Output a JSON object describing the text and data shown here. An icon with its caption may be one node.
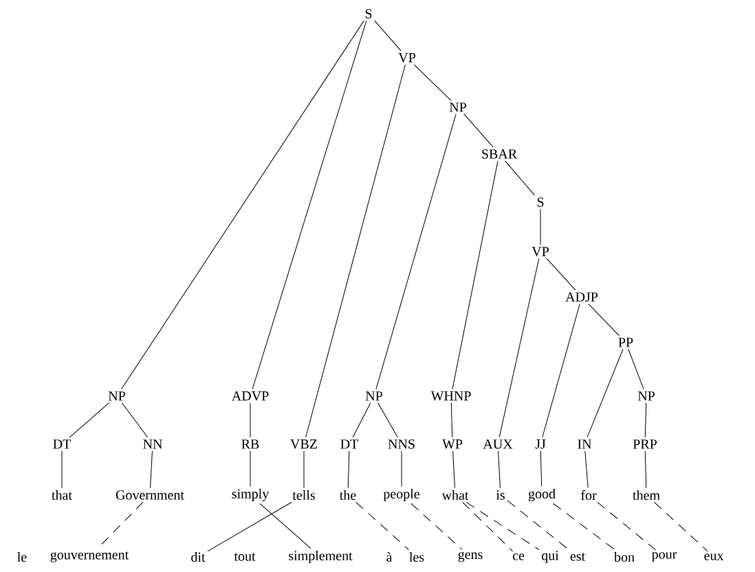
{
  "diagram": {
    "nodes": [
      {
        "text": [
          "S"
        ]
      },
      {
        "text": [
          "VP"
        ]
      },
      {
        "text": [
          "NP"
        ]
      },
      {
        "text": [
          "SBAR"
        ]
      },
      {
        "text": [
          "S"
        ]
      },
      {
        "text": [
          "VP"
        ]
      },
      {
        "text": [
          "ADJP"
        ]
      },
      {
        "text": [
          "PP"
        ]
      },
      {
        "text": [
          "NP"
        ]
      },
      {
        "text": [
          "ADVP"
        ]
      },
      {
        "text": [
          "NP"
        ]
      },
      {
        "text": [
          "WHNP"
        ]
      },
      {
        "text": [
          "NP"
        ]
      },
      {
        "text": [
          "DT"
        ]
      },
      {
        "text": [
          "NN"
        ]
      },
      {
        "text": [
          "RB"
        ]
      },
      {
        "text": [
          "VBZ"
        ]
      },
      {
        "text": [
          "DT"
        ]
      },
      {
        "text": [
          "NNS"
        ]
      },
      {
        "text": [
          "WP"
        ]
      },
      {
        "text": [
          "AUX"
        ]
      },
      {
        "text": [
          "JJ"
        ]
      },
      {
        "text": [
          "IN"
        ]
      },
      {
        "text": [
          "PRP"
        ]
      },
      {
        "text": [
          "that"
        ]
      },
      {
        "text": [
          "Government"
        ]
      },
      {
        "text": [
          "simply"
        ]
      },
      {
        "text": [
          "tells"
        ]
      },
      {
        "text": [
          "the"
        ]
      },
      {
        "text": [
          "people"
        ]
      },
      {
        "text": [
          "what"
        ]
      },
      {
        "text": [
          "is"
        ]
      },
      {
        "text": [
          "good"
        ]
      },
      {
        "text": [
          "for"
        ]
      },
      {
        "text": [
          "them"
        ]
      },
      {
        "text": [
          "le"
        ]
      },
      {
        "text": [
          "gouvernement"
        ]
      },
      {
        "text": [
          "dit"
        ]
      },
      {
        "text": [
          "tout"
        ]
      },
      {
        "text": [
          "simplement"
        ]
      },
      {
        "text": [
          "à"
        ]
      },
      {
        "text": [
          "les"
        ]
      },
      {
        "text": [
          "gens"
        ]
      },
      {
        "text": [
          "ce"
        ]
      },
      {
        "text": [
          "qui"
        ]
      },
      {
        "text": [
          "est"
        ]
      },
      {
        "text": [
          "bon"
        ]
      },
      {
        "text": [
          "pour"
        ]
      },
      {
        "text": [
          "eux"
        ]
      }
    ],
    "edges": [
      {
        "from": 0,
        "to": 8,
        "arrow": "none"
      },
      {
        "from": 0,
        "to": 9,
        "arrow": "none"
      },
      {
        "from": 0,
        "to": 1,
        "arrow": "none"
      },
      {
        "from": 1,
        "to": 16,
        "arrow": "none"
      },
      {
        "from": 1,
        "to": 2,
        "arrow": "none"
      },
      {
        "from": 2,
        "to": 10,
        "arrow": "none"
      },
      {
        "from": 2,
        "to": 3,
        "arrow": "none"
      },
      {
        "from": 3,
        "to": 11,
        "arrow": "none"
      },
      {
        "from": 3,
        "to": 4,
        "arrow": "none"
      },
      {
        "from": 4,
        "to": 5,
        "arrow": "none"
      },
      {
        "from": 5,
        "to": 20,
        "arrow": "none"
      },
      {
        "from": 5,
        "to": 6,
        "arrow": "none"
      },
      {
        "from": 6,
        "to": 21,
        "arrow": "none"
      },
      {
        "from": 6,
        "to": 7,
        "arrow": "none"
      },
      {
        "from": 7,
        "to": 22,
        "arrow": "none"
      },
      {
        "from": 7,
        "to": 12,
        "arrow": "none"
      },
      {
        "from": 8,
        "to": 13,
        "arrow": "none"
      },
      {
        "from": 8,
        "to": 14,
        "arrow": "none"
      },
      {
        "from": 9,
        "to": 15,
        "arrow": "none"
      },
      {
        "from": 10,
        "to": 17,
        "arrow": "none"
      },
      {
        "from": 10,
        "to": 18,
        "arrow": "none"
      },
      {
        "from": 11,
        "to": 19,
        "arrow": "none"
      },
      {
        "from": 12,
        "to": 23,
        "arrow": "none"
      },
      {
        "from": 13,
        "to": 24,
        "arrow": "none"
      },
      {
        "from": 14,
        "to": 25,
        "arrow": "none"
      },
      {
        "from": 15,
        "to": 26,
        "arrow": "none"
      },
      {
        "from": 16,
        "to": 27,
        "arrow": "none"
      },
      {
        "from": 17,
        "to": 28,
        "arrow": "none"
      },
      {
        "from": 18,
        "to": 29,
        "arrow": "none"
      },
      {
        "from": 19,
        "to": 30,
        "arrow": "none"
      },
      {
        "from": 20,
        "to": 31,
        "arrow": "none"
      },
      {
        "from": 21,
        "to": 32,
        "arrow": "none"
      },
      {
        "from": 22,
        "to": 33,
        "arrow": "none"
      },
      {
        "from": 23,
        "to": 34,
        "arrow": "none"
      },
      {
        "from": 25,
        "to": 36,
        "arrow": "none",
        "style": "dashed"
      },
      {
        "from": 26,
        "to": 39,
        "arrow": "none"
      },
      {
        "from": 27,
        "to": 37,
        "arrow": "none"
      },
      {
        "from": 28,
        "to": 41,
        "arrow": "none",
        "style": "dashed"
      },
      {
        "from": 29,
        "to": 42,
        "arrow": "none",
        "style": "dashed"
      },
      {
        "from": 30,
        "to": 43,
        "arrow": "none",
        "style": "dashed"
      },
      {
        "from": 30,
        "to": 44,
        "arrow": "none",
        "style": "dashed"
      },
      {
        "from": 31,
        "to": 45,
        "arrow": "none",
        "style": "dashed"
      },
      {
        "from": 32,
        "to": 46,
        "arrow": "none",
        "style": "dashed"
      },
      {
        "from": 33,
        "to": 47,
        "arrow": "none",
        "style": "dashed"
      },
      {
        "from": 34,
        "to": 48,
        "arrow": "none",
        "style": "dashed"
      }
    ]
  }
}
